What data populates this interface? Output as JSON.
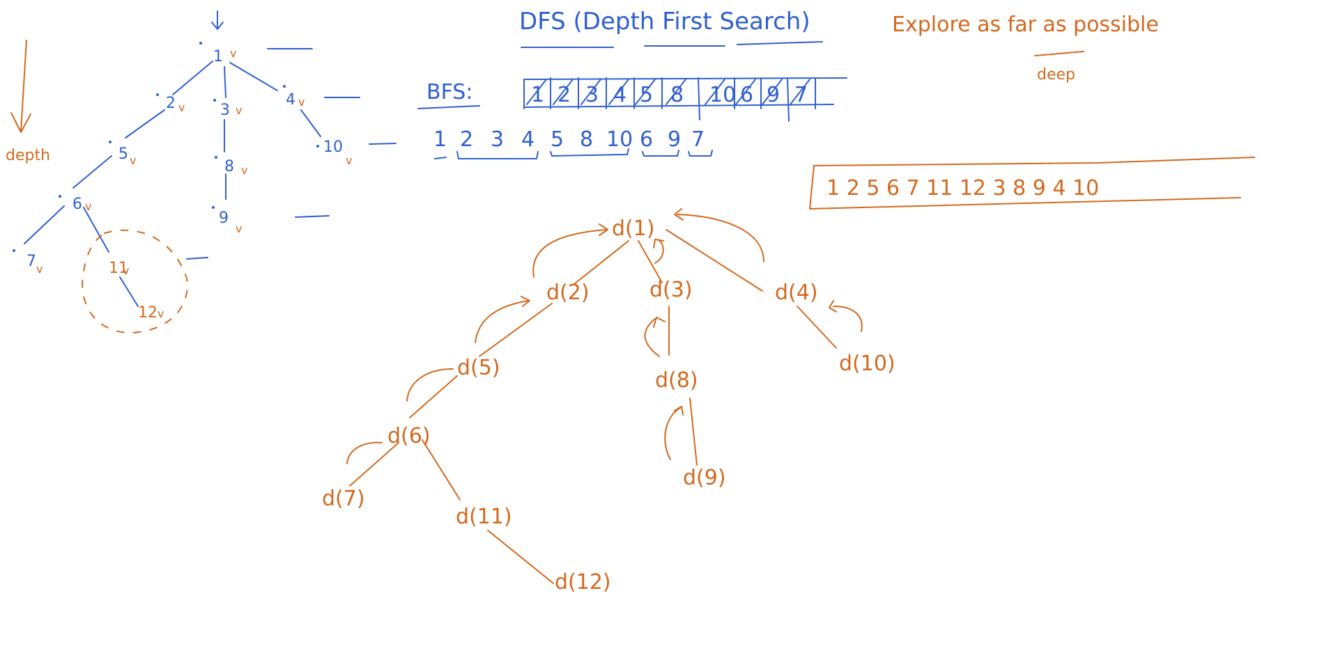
{
  "title": "DFS (Depth First Search)",
  "note": {
    "line": "Explore as far as possible",
    "under": "deep"
  },
  "depth_label": "depth",
  "bfs_label": "BFS:",
  "bfs_queue": [
    "1",
    "2",
    "3",
    "4",
    "5",
    "8",
    "10",
    "6",
    "9",
    "7"
  ],
  "bfs_order": [
    "1",
    "2",
    "3",
    "4",
    "5",
    "8",
    "10",
    "6",
    "9",
    "7"
  ],
  "dfs_order_box": "1 2 5 6 7 11 12 3 8 9 4 10",
  "tree": {
    "nodes": [
      "1",
      "2",
      "3",
      "4",
      "5",
      "8",
      "10",
      "6",
      "9",
      "7",
      "11",
      "12"
    ],
    "visited_mark": "v"
  },
  "recursion": {
    "calls": [
      "d(1)",
      "d(2)",
      "d(3)",
      "d(4)",
      "d(5)",
      "d(8)",
      "d(10)",
      "d(6)",
      "d(9)",
      "d(7)",
      "d(11)",
      "d(12)"
    ]
  },
  "colors": {
    "blue_ink": "#2f5fd0",
    "orange_ink": "#d2691e",
    "background": "#ffffff"
  }
}
